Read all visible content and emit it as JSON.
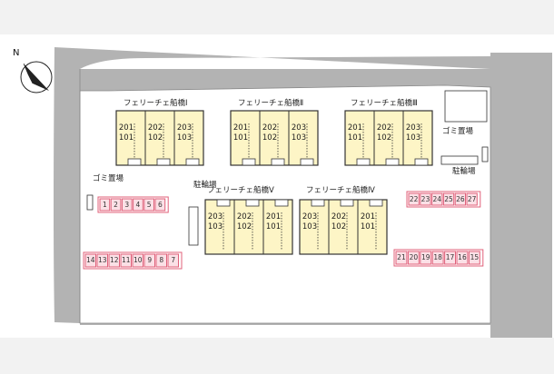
{
  "compass": {
    "label": "N",
    "icon": "north-arrow-icon"
  },
  "buildings": [
    {
      "name": "フェリーチェ船橋Ⅰ",
      "units": [
        {
          "upper": "201",
          "lower": "101"
        },
        {
          "upper": "202",
          "lower": "102"
        },
        {
          "upper": "203",
          "lower": "103"
        }
      ]
    },
    {
      "name": "フェリーチェ船橋Ⅱ",
      "units": [
        {
          "upper": "201",
          "lower": "101"
        },
        {
          "upper": "202",
          "lower": "102"
        },
        {
          "upper": "203",
          "lower": "103"
        }
      ]
    },
    {
      "name": "フェリーチェ船橋Ⅲ",
      "units": [
        {
          "upper": "201",
          "lower": "101"
        },
        {
          "upper": "202",
          "lower": "102"
        },
        {
          "upper": "203",
          "lower": "103"
        }
      ]
    },
    {
      "name": "フェリーチェ船橋Ⅴ",
      "units": [
        {
          "upper": "203",
          "lower": "103"
        },
        {
          "upper": "202",
          "lower": "102"
        },
        {
          "upper": "201",
          "lower": "101"
        }
      ]
    },
    {
      "name": "フェリーチェ船橋Ⅳ",
      "units": [
        {
          "upper": "203",
          "lower": "103"
        },
        {
          "upper": "202",
          "lower": "102"
        },
        {
          "upper": "201",
          "lower": "101"
        }
      ]
    }
  ],
  "facilities": {
    "garbage_left": "ゴミ置場",
    "garbage_right": "ゴミ置場",
    "bicycle_left": "駐輪場",
    "bicycle_right": "駐輪場"
  },
  "parking": {
    "row_left_top": [
      "1",
      "2",
      "3",
      "4",
      "5",
      "6"
    ],
    "row_left_bottom": [
      "14",
      "13",
      "12",
      "11",
      "10",
      "9",
      "8",
      "7"
    ],
    "row_right_top": [
      "22",
      "23",
      "24",
      "25",
      "26",
      "27"
    ],
    "row_right_bottom": [
      "21",
      "20",
      "19",
      "18",
      "17",
      "16",
      "15"
    ]
  },
  "colors": {
    "road": "#b3b3b3",
    "building_fill": "#fdf5c6",
    "parking_outline": "#e0607a",
    "parking_fill": "#fbe0e6",
    "line": "#333333"
  }
}
